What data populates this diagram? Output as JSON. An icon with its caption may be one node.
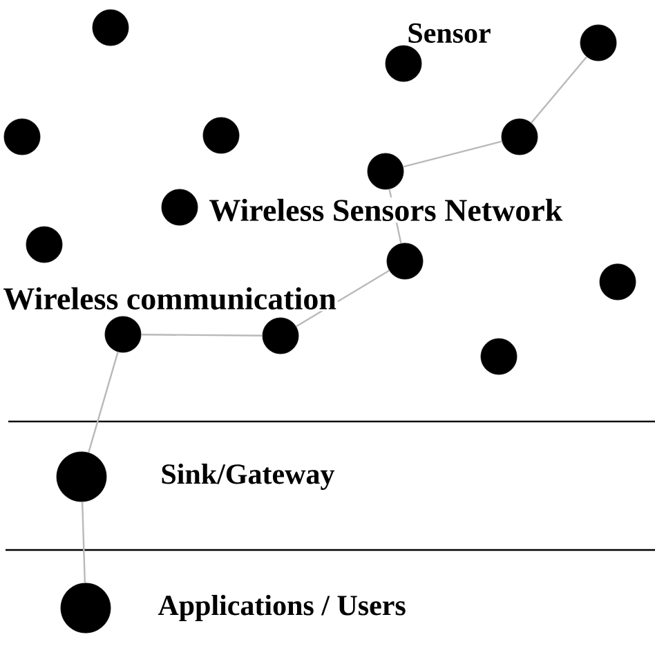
{
  "diagram": {
    "nodes": [
      {
        "text": [],
        "shape": "circle"
      },
      {
        "text": [],
        "shape": "circle",
        "beside": [
          "Sensor"
        ]
      },
      {
        "text": [],
        "shape": "circle"
      },
      {
        "text": [],
        "shape": "circle"
      },
      {
        "text": [],
        "shape": "circle"
      },
      {
        "text": [],
        "shape": "circle"
      },
      {
        "text": [],
        "shape": "circle"
      },
      {
        "text": [],
        "shape": "circle"
      },
      {
        "text": [],
        "shape": "circle"
      },
      {
        "text": [],
        "shape": "circle"
      },
      {
        "text": [],
        "shape": "circle"
      },
      {
        "text": [],
        "shape": "circle"
      },
      {
        "text": [],
        "shape": "circle"
      },
      {
        "text": [],
        "shape": "circle"
      },
      {
        "text": [],
        "shape": "circle",
        "beside": [
          "Sink/Gateway"
        ]
      },
      {
        "text": [],
        "shape": "circle",
        "beside": [
          "Applications / Users"
        ]
      }
    ],
    "edges": [
      {
        "from": 2,
        "to": 5,
        "arrow": "none"
      },
      {
        "from": 5,
        "to": 6,
        "arrow": "none"
      },
      {
        "from": 6,
        "to": 9,
        "arrow": "none"
      },
      {
        "from": 9,
        "to": 12,
        "arrow": "none"
      },
      {
        "from": 12,
        "to": 11,
        "arrow": "none"
      },
      {
        "from": 11,
        "to": 14,
        "arrow": "none"
      },
      {
        "from": 14,
        "to": 15,
        "arrow": "none"
      }
    ],
    "labels": [
      "Wireless Sensors Network",
      "Wireless communication"
    ]
  }
}
